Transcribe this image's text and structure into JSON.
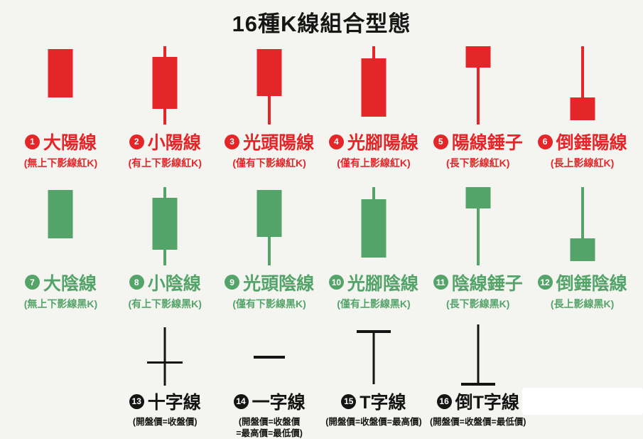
{
  "title": "16種K線組合型態",
  "colors": {
    "bullish_red": "#e52629",
    "bearish_green": "#54a469",
    "neutral_black": "#141414",
    "background": "#f4f4f1"
  },
  "rows": [
    {
      "name": "red-candles",
      "items": [
        {
          "num": "1",
          "name": "大陽線",
          "note": "(無上下影線紅K)",
          "shape": "plain"
        },
        {
          "num": "2",
          "name": "小陽線",
          "note": "(有上下影線紅K)",
          "shape": "both-wicks"
        },
        {
          "num": "3",
          "name": "光頭陽線",
          "note": "(僅有下影線紅K)",
          "shape": "lower-wick"
        },
        {
          "num": "4",
          "name": "光腳陽線",
          "note": "(僅有上影線紅K)",
          "shape": "upper-wick"
        },
        {
          "num": "5",
          "name": "陽線錘子",
          "note": "(長下影線紅K)",
          "shape": "hammer"
        },
        {
          "num": "6",
          "name": "倒錘陽線",
          "note": "(長上影線紅K)",
          "shape": "inverted-hammer"
        }
      ]
    },
    {
      "name": "green-candles",
      "items": [
        {
          "num": "7",
          "name": "大陰線",
          "note": "(無上下影線黑K)",
          "shape": "plain"
        },
        {
          "num": "8",
          "name": "小陰線",
          "note": "(有上下影線黑K)",
          "shape": "both-wicks"
        },
        {
          "num": "9",
          "name": "光頭陰線",
          "note": "(僅有下影線黑K)",
          "shape": "lower-wick"
        },
        {
          "num": "10",
          "name": "光腳陰線",
          "note": "(僅有上影線黑K)",
          "shape": "upper-wick"
        },
        {
          "num": "11",
          "name": "陰線錘子",
          "note": "(長下影線黑K)",
          "shape": "hammer"
        },
        {
          "num": "12",
          "name": "倒錘陰線",
          "note": "(長上影線黑K)",
          "shape": "inverted-hammer"
        }
      ]
    },
    {
      "name": "doji-lines",
      "items": [
        {
          "num": "13",
          "name": "十字線",
          "note": "(開盤價=收盤價)",
          "shape": "cross"
        },
        {
          "num": "14",
          "name": "一字線",
          "note": "(開盤價=收盤價\n=最高價=最低價)",
          "shape": "dash"
        },
        {
          "num": "15",
          "name": "T字線",
          "note": "(開盤價=收盤價=最高價)",
          "shape": "t-top"
        },
        {
          "num": "16",
          "name": "倒T字線",
          "note": "(開盤價=收盤價=最低價)",
          "shape": "t-bottom"
        }
      ]
    }
  ]
}
